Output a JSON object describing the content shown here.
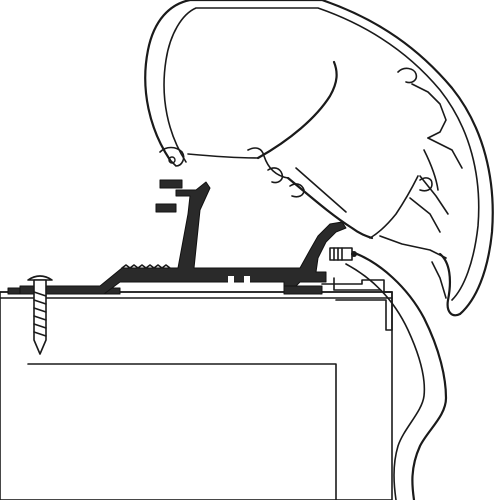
{
  "diagram": {
    "type": "technical-cross-section",
    "subject": "awning-rail-adapter-profile",
    "colors": {
      "line": "#1a1a1a",
      "rail": "#2a2a2a",
      "background": "#ffffff"
    },
    "parts": [
      {
        "id": "awning-cassette",
        "icon": "awning-cassette-profile"
      },
      {
        "id": "adapter-rail",
        "icon": "black-adapter-rail"
      },
      {
        "id": "fixing-screw",
        "icon": "wood-screw"
      },
      {
        "id": "side-screw",
        "icon": "machine-screw"
      },
      {
        "id": "vehicle-wall",
        "icon": "wall-panel"
      },
      {
        "id": "roof-edge-trim",
        "icon": "roof-edge-profile"
      }
    ]
  }
}
